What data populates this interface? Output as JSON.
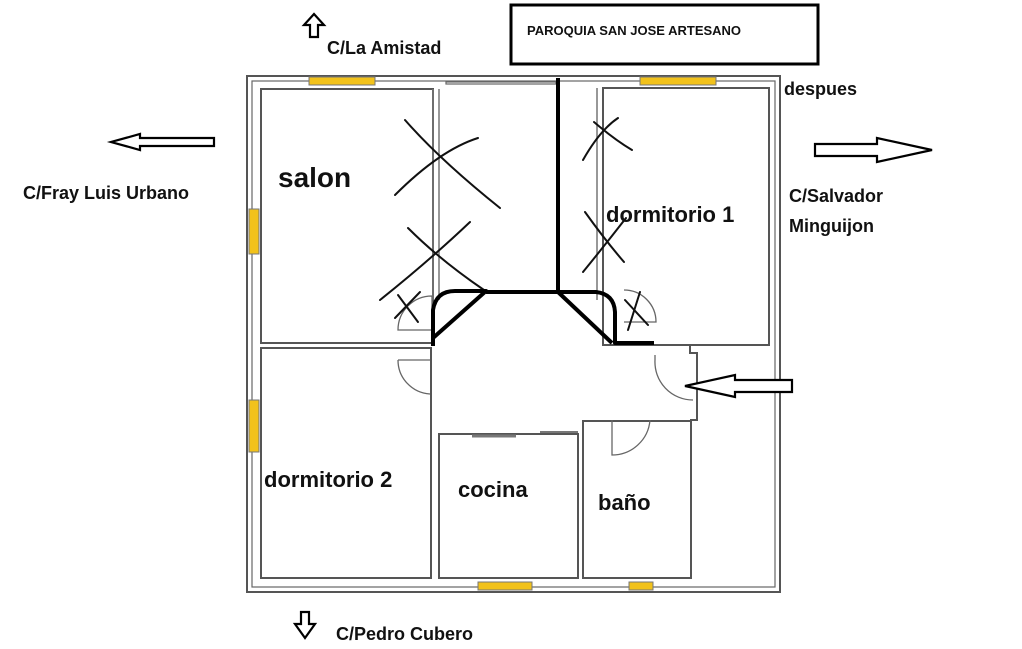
{
  "parish_label": "PAROQUIA SAN JOSE ARTESANO",
  "after_label": "despues",
  "streets": {
    "north": "C/La Amistad",
    "south": "C/Pedro Cubero",
    "west": "C/Fray Luis Urbano",
    "east_line1": "C/Salvador",
    "east_line2": "Minguijon"
  },
  "rooms": {
    "salon": "salon",
    "dormitorio_1": "dormitorio 1",
    "dormitorio_2": "dormitorio 2",
    "cocina": "cocina",
    "bano": "baño"
  },
  "colors": {
    "window": "#f2c21b",
    "wall": "#555555",
    "new_wall": "#000000"
  }
}
